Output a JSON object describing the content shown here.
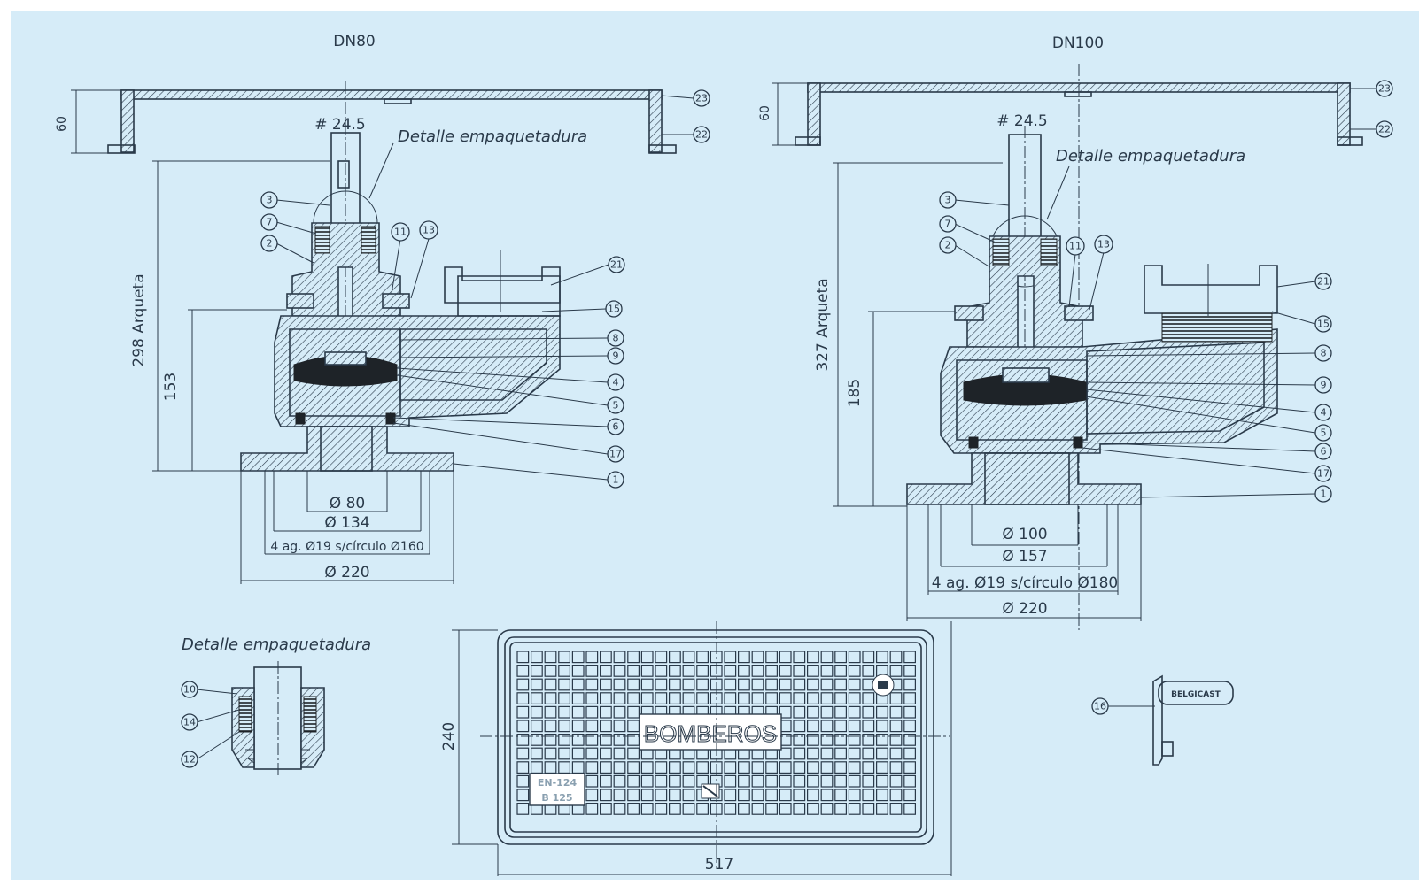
{
  "views": {
    "dn80": {
      "title": "DN80",
      "cover_height": "60",
      "spindle": "# 24.5",
      "detail_label": "Detalle empaquetadura",
      "box_height": "298 Arqueta",
      "outlet_height": "153",
      "d_inner": "Ø 80",
      "d_mid": "Ø 134",
      "bolts": "4 ag. Ø19 s/círculo Ø160",
      "d_outer": "Ø 220",
      "callouts": [
        "3",
        "7",
        "2",
        "11",
        "13",
        "21",
        "15",
        "8",
        "9",
        "4",
        "5",
        "6",
        "17",
        "1",
        "23",
        "22"
      ]
    },
    "dn100": {
      "title": "DN100",
      "cover_height": "60",
      "spindle": "# 24.5",
      "detail_label": "Detalle empaquetadura",
      "box_height": "327 Arqueta",
      "outlet_height": "185",
      "d_inner": "Ø 100",
      "d_mid": "Ø 157",
      "bolts": "4 ag. Ø19 s/círculo Ø180",
      "d_outer": "Ø 220",
      "callouts": [
        "3",
        "7",
        "2",
        "11",
        "13",
        "21",
        "15",
        "8",
        "9",
        "4",
        "5",
        "6",
        "17",
        "1",
        "23",
        "22"
      ]
    },
    "packing_detail": {
      "title": "Detalle empaquetadura",
      "callouts": [
        "10",
        "14",
        "12"
      ]
    },
    "cover_plan": {
      "width": "517",
      "height": "240",
      "marking": "BOMBEROS",
      "standard": "EN-124",
      "class": "B 125"
    },
    "key": {
      "callout": "16",
      "brand": "BELGICAST"
    }
  }
}
